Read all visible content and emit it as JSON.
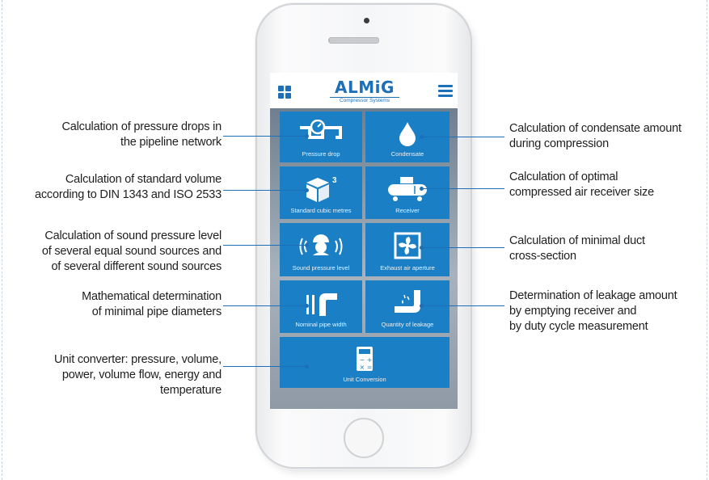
{
  "app": {
    "logo_main": "ALMiG",
    "logo_sub": "Compressor Systems"
  },
  "tiles": [
    {
      "label": "Pressure drop",
      "icon": "pressure-gauge-pipe-icon"
    },
    {
      "label": "Condensate",
      "icon": "water-drop-icon"
    },
    {
      "label": "Standard cubic metres",
      "icon": "cube-icon",
      "superscript": "3"
    },
    {
      "label": "Receiver",
      "icon": "air-receiver-tank-icon"
    },
    {
      "label": "Sound pressure level",
      "icon": "worker-hearing-protection-icon"
    },
    {
      "label": "Exhaust air aperture",
      "icon": "fan-icon"
    },
    {
      "label": "Nominal pipe width",
      "icon": "pipe-elbow-icon"
    },
    {
      "label": "Quantity of leakage",
      "icon": "leaking-pipe-icon"
    },
    {
      "label": "Unit Conversion",
      "icon": "calculator-icon"
    }
  ],
  "callouts_left": [
    {
      "line1": "Calculation of pressure drops in",
      "line2": "the pipeline network"
    },
    {
      "line1": "Calculation of standard volume",
      "line2": "according to DIN 1343 and ISO 2533"
    },
    {
      "line1": "Calculation of sound pressure level",
      "line2": "of several equal sound sources and",
      "line3": "of several different sound sources"
    },
    {
      "line1": "Mathematical determination",
      "line2": "of minimal pipe diameters"
    },
    {
      "line1": "Unit converter: pressure, volume,",
      "line2": "power, volume flow, energy and",
      "line3": "temperature"
    }
  ],
  "callouts_right": [
    {
      "line1": "Calculation of condensate amount",
      "line2": "during compression"
    },
    {
      "line1": "Calculation of optimal",
      "line2": "compressed air receiver size"
    },
    {
      "line1": "Calculation of minimal duct",
      "line2": "cross-section"
    },
    {
      "line1": "Determination of leakage amount",
      "line2": "by emptying receiver and",
      "line3": "by duty cycle measurement"
    }
  ],
  "colors": {
    "accent": "#1a7fc4",
    "brand": "#1d6fb8"
  }
}
